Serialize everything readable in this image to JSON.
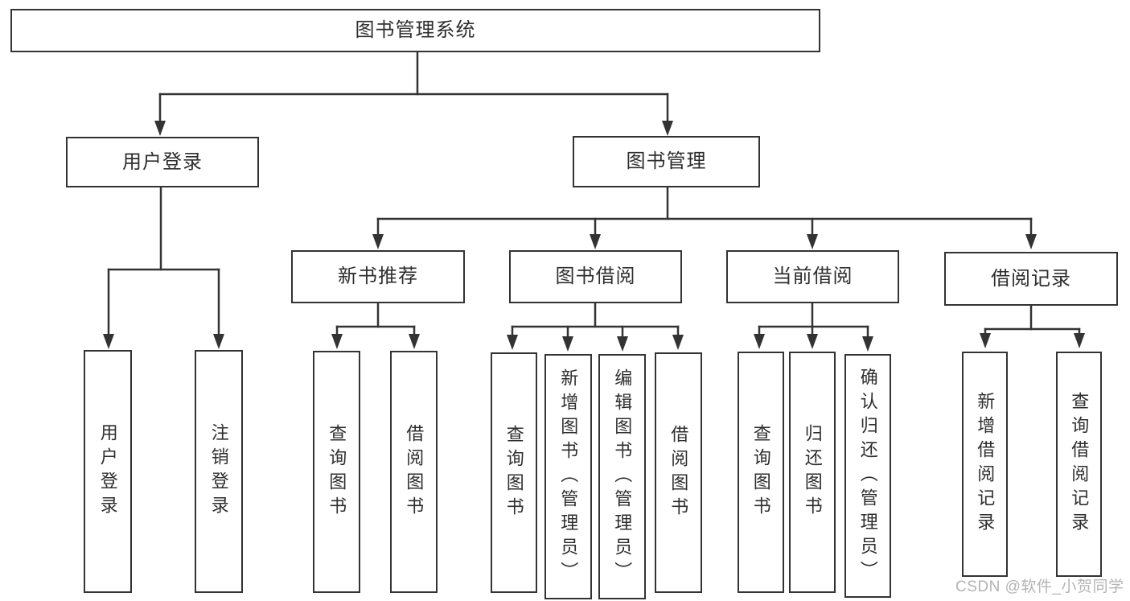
{
  "colors": {
    "line": "#333333",
    "text": "#2e2e2e",
    "background": "#ffffff",
    "box_background": "#ffffff",
    "watermark": "#b4b4b4"
  },
  "watermark": {
    "text": "CSDN @软件_小贺同学"
  },
  "tree": {
    "root": {
      "label": "图书管理系统",
      "children": [
        {
          "label": "用户登录",
          "children": [
            {
              "label": "用户登录"
            },
            {
              "label": "注销登录"
            }
          ]
        },
        {
          "label": "图书管理",
          "children": [
            {
              "label": "新书推荐",
              "children": [
                {
                  "label": "查询图书"
                },
                {
                  "label": "借阅图书"
                }
              ]
            },
            {
              "label": "图书借阅",
              "children": [
                {
                  "label": "查询图书"
                },
                {
                  "label": "新增图书（管理员）"
                },
                {
                  "label": "编辑图书（管理员）"
                },
                {
                  "label": "借阅图书"
                }
              ]
            },
            {
              "label": "当前借阅",
              "children": [
                {
                  "label": "查询图书"
                },
                {
                  "label": "归还图书"
                },
                {
                  "label": "确认归还（管理员）"
                }
              ]
            },
            {
              "label": "借阅记录",
              "children": [
                {
                  "label": "新增借阅记录"
                },
                {
                  "label": "查询借阅记录"
                }
              ]
            }
          ]
        }
      ]
    }
  }
}
